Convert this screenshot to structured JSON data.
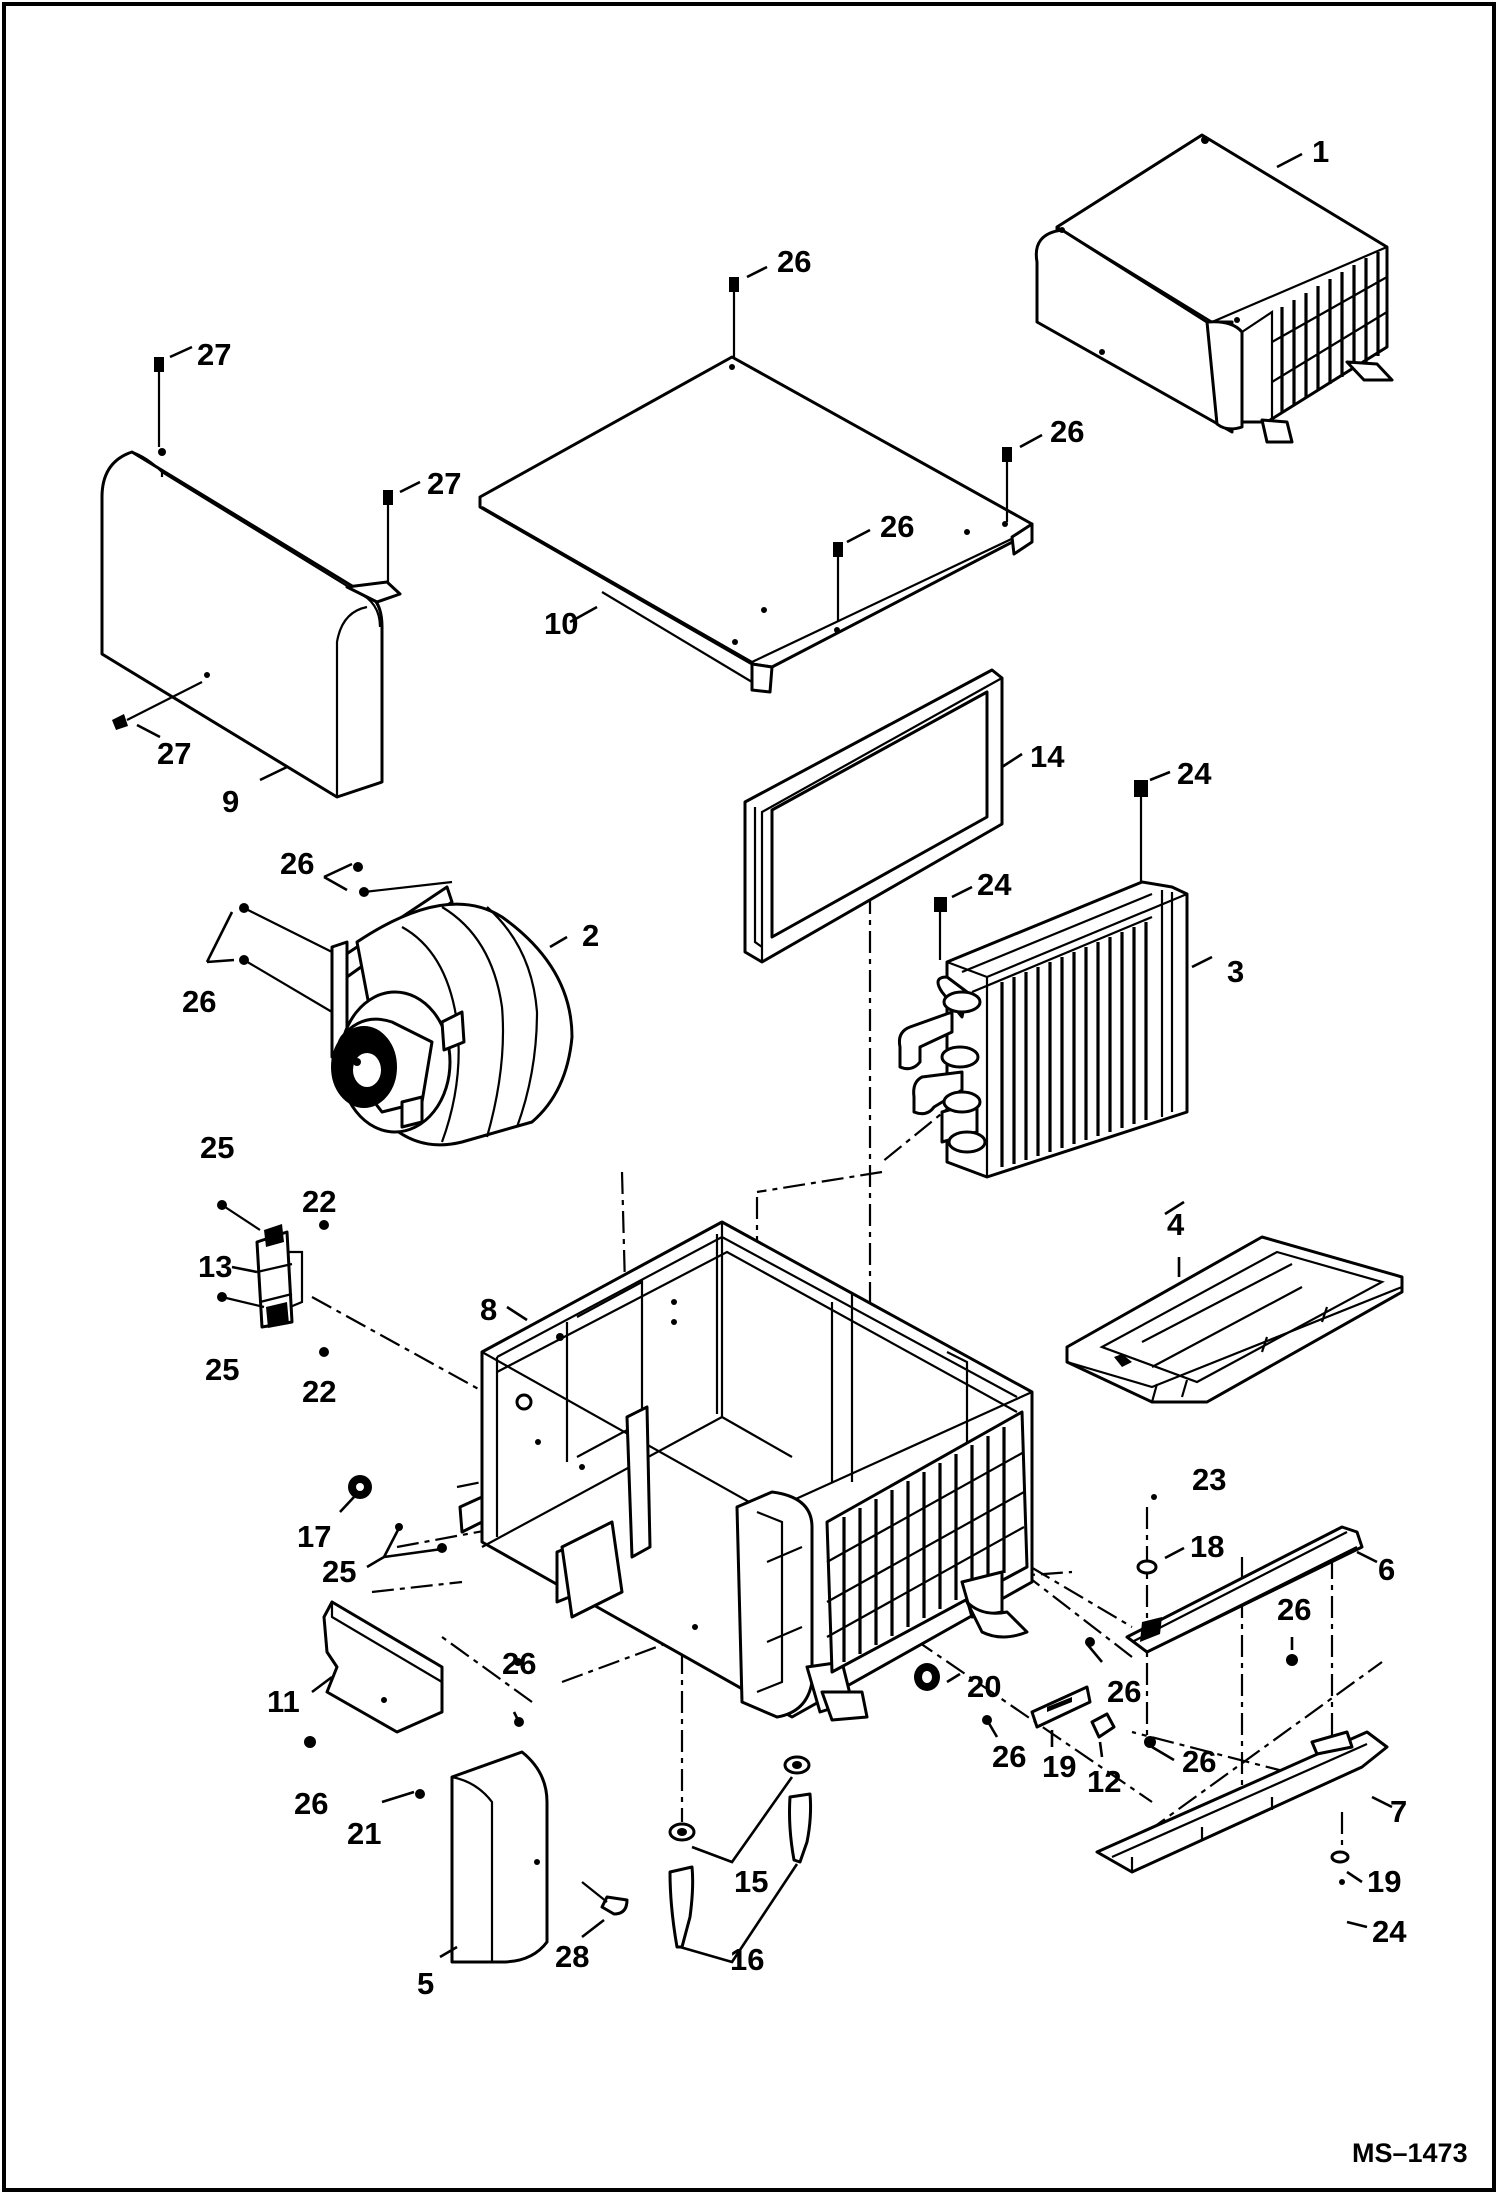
{
  "drawing": {
    "reference": "MS–1473",
    "callouts": [
      {
        "id": "c1",
        "text": "1"
      },
      {
        "id": "c2",
        "text": "2"
      },
      {
        "id": "c3",
        "text": "3"
      },
      {
        "id": "c4",
        "text": "4"
      },
      {
        "id": "c5",
        "text": "5"
      },
      {
        "id": "c6",
        "text": "6"
      },
      {
        "id": "c7",
        "text": "7"
      },
      {
        "id": "c8",
        "text": "8"
      },
      {
        "id": "c9",
        "text": "9"
      },
      {
        "id": "c10",
        "text": "10"
      },
      {
        "id": "c11",
        "text": "11"
      },
      {
        "id": "c12",
        "text": "12"
      },
      {
        "id": "c13",
        "text": "13"
      },
      {
        "id": "c14",
        "text": "14"
      },
      {
        "id": "c15",
        "text": "15"
      },
      {
        "id": "c16",
        "text": "16"
      },
      {
        "id": "c17",
        "text": "17"
      },
      {
        "id": "c18",
        "text": "18"
      },
      {
        "id": "c19a",
        "text": "19"
      },
      {
        "id": "c19b",
        "text": "19"
      },
      {
        "id": "c20",
        "text": "20"
      },
      {
        "id": "c21",
        "text": "21"
      },
      {
        "id": "c22a",
        "text": "22"
      },
      {
        "id": "c22b",
        "text": "22"
      },
      {
        "id": "c23",
        "text": "23"
      },
      {
        "id": "c24a",
        "text": "24"
      },
      {
        "id": "c24b",
        "text": "24"
      },
      {
        "id": "c24c",
        "text": "24"
      },
      {
        "id": "c25a",
        "text": "25"
      },
      {
        "id": "c25b",
        "text": "25"
      },
      {
        "id": "c25c",
        "text": "25"
      },
      {
        "id": "c26a",
        "text": "26"
      },
      {
        "id": "c26b",
        "text": "26"
      },
      {
        "id": "c26c",
        "text": "26"
      },
      {
        "id": "c26d",
        "text": "26"
      },
      {
        "id": "c26e",
        "text": "26"
      },
      {
        "id": "c26f",
        "text": "26"
      },
      {
        "id": "c26g",
        "text": "26"
      },
      {
        "id": "c26h",
        "text": "26"
      },
      {
        "id": "c26i",
        "text": "26"
      },
      {
        "id": "c26j",
        "text": "26"
      },
      {
        "id": "c26k",
        "text": "26"
      },
      {
        "id": "c26l",
        "text": "26"
      },
      {
        "id": "c27a",
        "text": "27"
      },
      {
        "id": "c27b",
        "text": "27"
      },
      {
        "id": "c27c",
        "text": "27"
      },
      {
        "id": "c28",
        "text": "28"
      }
    ]
  }
}
